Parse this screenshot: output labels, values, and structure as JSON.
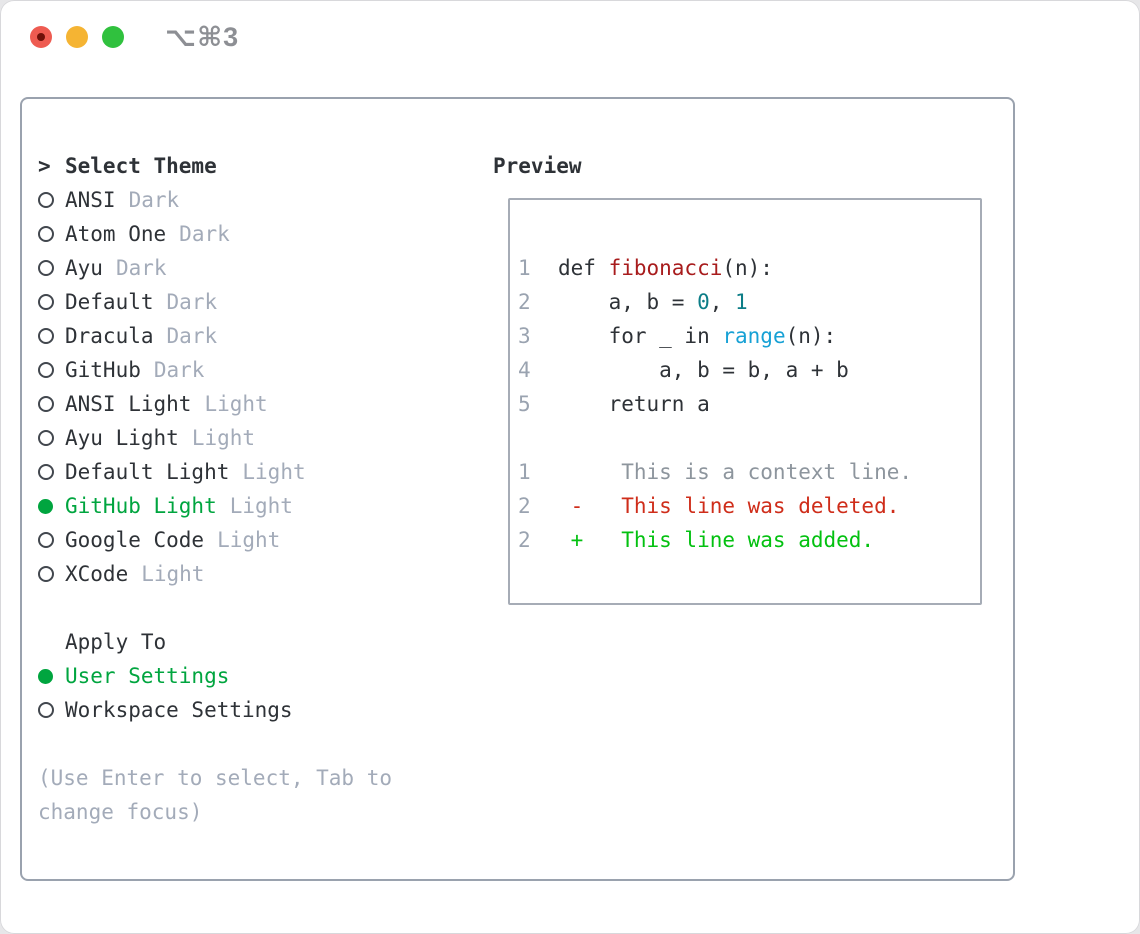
{
  "titlebar": {
    "title": "⌥⌘3"
  },
  "theme_picker": {
    "header": {
      "prefix": ">",
      "label": "Select Theme"
    },
    "themes": [
      {
        "name": "ANSI",
        "variant": "Dark",
        "selected": false
      },
      {
        "name": "Atom One",
        "variant": "Dark",
        "selected": false
      },
      {
        "name": "Ayu",
        "variant": "Dark",
        "selected": false
      },
      {
        "name": "Default",
        "variant": "Dark",
        "selected": false
      },
      {
        "name": "Dracula",
        "variant": "Dark",
        "selected": false
      },
      {
        "name": "GitHub",
        "variant": "Dark",
        "selected": false
      },
      {
        "name": "ANSI Light",
        "variant": "Light",
        "selected": false
      },
      {
        "name": "Ayu Light",
        "variant": "Light",
        "selected": false
      },
      {
        "name": "Default Light",
        "variant": "Light",
        "selected": false
      },
      {
        "name": "GitHub Light",
        "variant": "Light",
        "selected": true
      },
      {
        "name": "Google Code",
        "variant": "Light",
        "selected": false
      },
      {
        "name": "XCode",
        "variant": "Light",
        "selected": false
      }
    ],
    "apply_to": {
      "label": "Apply To",
      "options": [
        {
          "label": "User Settings",
          "selected": true
        },
        {
          "label": "Workspace Settings",
          "selected": false
        }
      ]
    },
    "help": [
      "(Use Enter to select, Tab to",
      "change focus)"
    ]
  },
  "preview": {
    "title": "Preview",
    "code": [
      {
        "num": "1",
        "segments": [
          {
            "text": "def ",
            "style": "plain"
          },
          {
            "text": "fibonacci",
            "style": "func"
          },
          {
            "text": "(n):",
            "style": "plain"
          }
        ]
      },
      {
        "num": "2",
        "segments": [
          {
            "text": "    a, b = ",
            "style": "plain"
          },
          {
            "text": "0",
            "style": "num"
          },
          {
            "text": ", ",
            "style": "plain"
          },
          {
            "text": "1",
            "style": "num"
          }
        ]
      },
      {
        "num": "3",
        "segments": [
          {
            "text": "    for _ in ",
            "style": "plain"
          },
          {
            "text": "range",
            "style": "builtin"
          },
          {
            "text": "(n):",
            "style": "plain"
          }
        ]
      },
      {
        "num": "4",
        "segments": [
          {
            "text": "        a, b = b, a + b",
            "style": "plain"
          }
        ]
      },
      {
        "num": "5",
        "segments": [
          {
            "text": "    return a",
            "style": "plain"
          }
        ]
      },
      {
        "num": "",
        "segments": []
      },
      {
        "num": "1",
        "segments": [
          {
            "text": "     This is a context line.",
            "style": "context"
          }
        ]
      },
      {
        "num": "2",
        "segments": [
          {
            "text": " -   This line was deleted.",
            "style": "deleted"
          }
        ]
      },
      {
        "num": "2",
        "segments": [
          {
            "text": " +   This line was added.",
            "style": "added"
          }
        ]
      }
    ]
  },
  "colors": {
    "text": "#2e3237",
    "muted": "#a3abb9",
    "accent_green": "#00a53f",
    "line_number": "#9aa3b0",
    "code_function_red": "#a81c1d",
    "code_number_teal": "#0c7d87",
    "code_builtin_blue": "#17a1d5",
    "diff_context_gray": "#8d959d",
    "diff_deleted_red": "#cf2d1a",
    "diff_added_green": "#03c110",
    "traffic_red": "#ee5b51",
    "traffic_yellow": "#f5b433",
    "traffic_green": "#30c13e"
  }
}
